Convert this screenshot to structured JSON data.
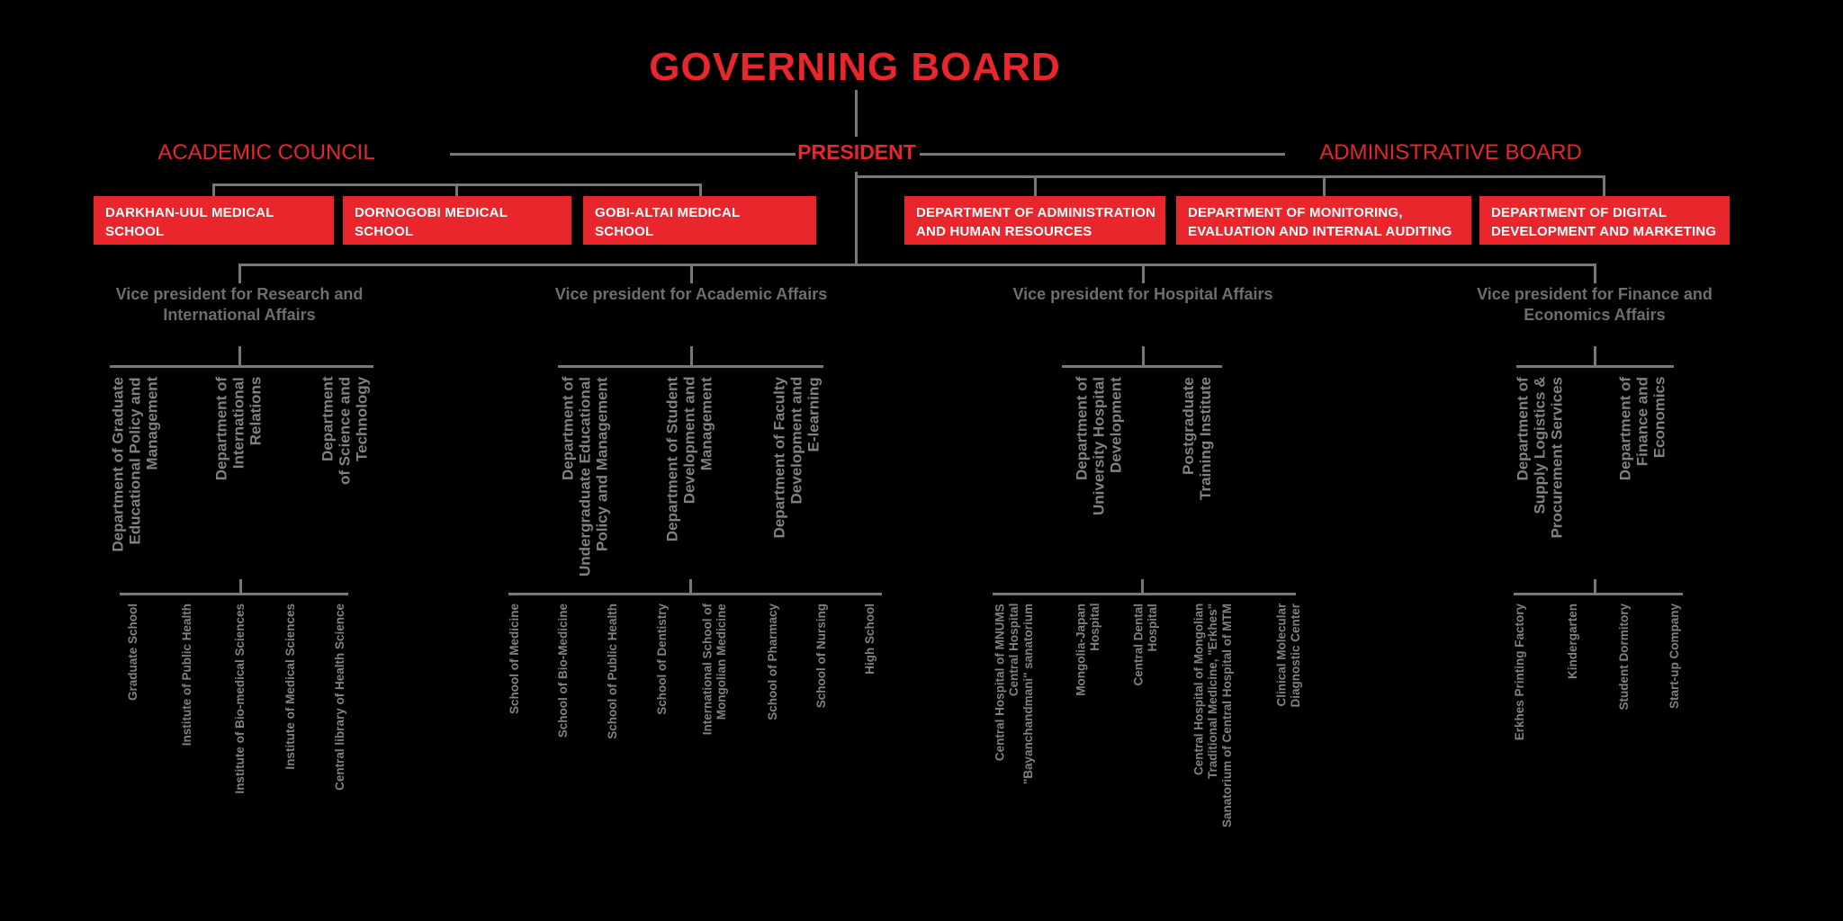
{
  "colors": {
    "background": "#000000",
    "red": "#e8262c",
    "line_gray": "#77787b",
    "vp_text_gray": "#6d6e71",
    "rotated_text_gray": "#808184",
    "box_text": "#ffffff"
  },
  "header": {
    "governing_board": "GOVERNING BOARD",
    "academic_council": "ACADEMIC COUNCIL",
    "president": "PRESIDENT",
    "administrative_board": "ADMINISTRATIVE BOARD"
  },
  "school_boxes": [
    "DARKHAN-UUL MEDICAL\nSCHOOL",
    "DORNOGOBI MEDICAL\nSCHOOL",
    "GOBI-ALTAI MEDICAL\nSCHOOL"
  ],
  "admin_boxes": [
    "DEPARTMENT OF ADMINISTRATION\nAND HUMAN RESOURCES",
    "DEPARTMENT OF MONITORING,\nEVALUATION AND INTERNAL AUDITING",
    "DEPARTMENT OF DIGITAL\nDEVELOPMENT AND MARKETING"
  ],
  "vp_groups": [
    {
      "title": "Vice president for Research and\nInternational Affairs",
      "departments": [
        "Department of Graduate\nEducational Policy and\nManagement",
        "Department of\nInternational\nRelations",
        "Department\nof Science and\nTechnology"
      ],
      "units": [
        "Graduate School",
        "Institute of Public Health",
        "Institute of Bio-medical Sciences",
        "Institute of Medical Sciences",
        "Central library of Health Science"
      ]
    },
    {
      "title": "Vice president for Academic Affairs",
      "departments": [
        "Department of\nUndergraduate Educational\nPolicy and Management",
        "Department of Student\nDevelopment and\nManagement",
        "Department of Faculty\nDevelopment and\nE-learning"
      ],
      "units": [
        "School of Medicine",
        "School of Bio-Medicine",
        "School of Public Health",
        "School of Dentistry",
        "International School of\nMongolian Medicine",
        "School of Pharmacy",
        "School of Nursing",
        "High School"
      ]
    },
    {
      "title": "Vice president for Hospital Affairs",
      "departments": [
        "Department of\nUniversity Hospital\nDevelopment",
        "Postgraduate\nTraining Institute"
      ],
      "units": [
        "Central Hospital of MNUMS\nCentral Hospital\n\"Bayanchandmani\" sanatorium",
        "Mongolia-Japan\nHospital",
        "Central Dental\nHospital",
        "Central Hospital of Mongolian\nTraditional Medicine, \"Erkhes\"\nSanatorium of Central Hospital of MTM",
        "Clinical Molecular\nDiagnostic Center"
      ]
    },
    {
      "title": "Vice president for Finance and\nEconomics Affairs",
      "departments": [
        "Department of\nSupply Logistics &\nProcurement Services",
        "Department of\nFinance and\nEconomics"
      ],
      "units": [
        "Erkhes Printing Factory",
        "Kindergarten",
        "Student Dormitory",
        "Start-up Company"
      ]
    }
  ]
}
